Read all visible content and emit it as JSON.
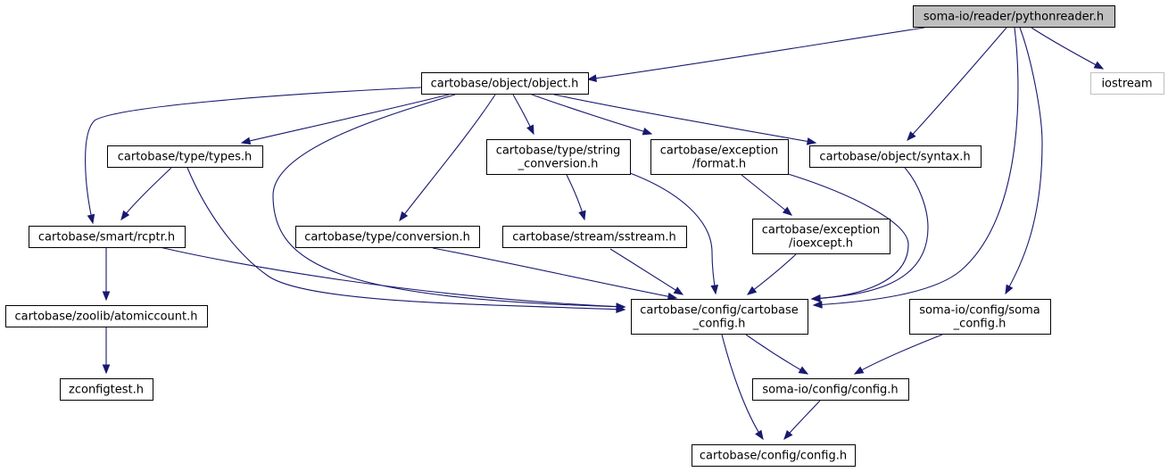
{
  "graph": {
    "nodes": [
      {
        "id": "pythonreader",
        "lines": [
          "soma-io/reader/pythonreader.h"
        ],
        "style": "root"
      },
      {
        "id": "object",
        "lines": [
          "cartobase/object/object.h"
        ],
        "style": "normal"
      },
      {
        "id": "iostream",
        "lines": [
          "iostream"
        ],
        "style": "external"
      },
      {
        "id": "types",
        "lines": [
          "cartobase/type/types.h"
        ],
        "style": "normal"
      },
      {
        "id": "string_conv",
        "lines": [
          "cartobase/type/string",
          "_conversion.h"
        ],
        "style": "normal"
      },
      {
        "id": "format",
        "lines": [
          "cartobase/exception",
          "/format.h"
        ],
        "style": "normal"
      },
      {
        "id": "syntax",
        "lines": [
          "cartobase/object/syntax.h"
        ],
        "style": "normal"
      },
      {
        "id": "rcptr",
        "lines": [
          "cartobase/smart/rcptr.h"
        ],
        "style": "normal"
      },
      {
        "id": "conversion",
        "lines": [
          "cartobase/type/conversion.h"
        ],
        "style": "normal"
      },
      {
        "id": "sstream",
        "lines": [
          "cartobase/stream/sstream.h"
        ],
        "style": "normal"
      },
      {
        "id": "ioexcept",
        "lines": [
          "cartobase/exception",
          "/ioexcept.h"
        ],
        "style": "normal"
      },
      {
        "id": "atomiccount",
        "lines": [
          "cartobase/zoolib/atomiccount.h"
        ],
        "style": "normal"
      },
      {
        "id": "cartobase_config",
        "lines": [
          "cartobase/config/cartobase",
          "_config.h"
        ],
        "style": "normal"
      },
      {
        "id": "soma_config",
        "lines": [
          "soma-io/config/soma",
          "_config.h"
        ],
        "style": "normal"
      },
      {
        "id": "zconfigtest",
        "lines": [
          "zconfigtest.h"
        ],
        "style": "normal"
      },
      {
        "id": "somaio_config",
        "lines": [
          "soma-io/config/config.h"
        ],
        "style": "normal"
      },
      {
        "id": "config",
        "lines": [
          "cartobase/config/config.h"
        ],
        "style": "normal"
      }
    ],
    "edges": [
      {
        "from": "pythonreader",
        "to": "object"
      },
      {
        "from": "pythonreader",
        "to": "syntax"
      },
      {
        "from": "pythonreader",
        "to": "cartobase_config"
      },
      {
        "from": "pythonreader",
        "to": "soma_config"
      },
      {
        "from": "pythonreader",
        "to": "iostream"
      },
      {
        "from": "object",
        "to": "rcptr"
      },
      {
        "from": "object",
        "to": "types"
      },
      {
        "from": "object",
        "to": "cartobase_config"
      },
      {
        "from": "object",
        "to": "conversion"
      },
      {
        "from": "object",
        "to": "string_conv"
      },
      {
        "from": "object",
        "to": "format"
      },
      {
        "from": "object",
        "to": "syntax"
      },
      {
        "from": "types",
        "to": "rcptr"
      },
      {
        "from": "types",
        "to": "cartobase_config"
      },
      {
        "from": "string_conv",
        "to": "sstream"
      },
      {
        "from": "string_conv",
        "to": "cartobase_config"
      },
      {
        "from": "format",
        "to": "ioexcept"
      },
      {
        "from": "format",
        "to": "cartobase_config"
      },
      {
        "from": "syntax",
        "to": "cartobase_config"
      },
      {
        "from": "rcptr",
        "to": "atomiccount"
      },
      {
        "from": "rcptr",
        "to": "cartobase_config"
      },
      {
        "from": "conversion",
        "to": "cartobase_config"
      },
      {
        "from": "sstream",
        "to": "cartobase_config"
      },
      {
        "from": "ioexcept",
        "to": "cartobase_config"
      },
      {
        "from": "atomiccount",
        "to": "zconfigtest"
      },
      {
        "from": "cartobase_config",
        "to": "somaio_config"
      },
      {
        "from": "cartobase_config",
        "to": "config"
      },
      {
        "from": "soma_config",
        "to": "somaio_config"
      },
      {
        "from": "somaio_config",
        "to": "config"
      }
    ]
  }
}
